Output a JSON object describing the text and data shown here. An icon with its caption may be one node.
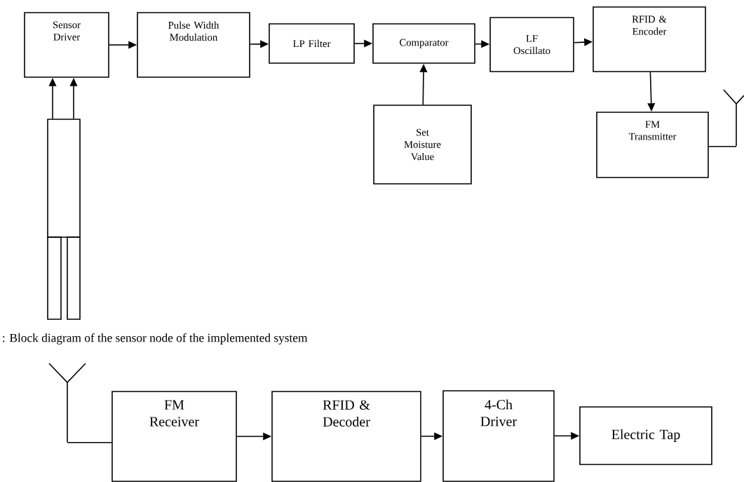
{
  "diagram": {
    "caption": ": Block diagram of the sensor node of the implemented system",
    "nodes": [
      {
        "text": [
          "Sensor Driver"
        ]
      },
      {
        "text": [
          "Pulse Width Modulation"
        ]
      },
      {
        "text": [
          "LP Filter"
        ]
      },
      {
        "text": [
          "Comparator"
        ]
      },
      {
        "text": [
          "LF Oscillato"
        ]
      },
      {
        "text": [
          "RFID & Encoder"
        ]
      },
      {
        "text": [
          "FM Transmitter"
        ]
      },
      {
        "text": [
          "Set Moisture Value"
        ]
      },
      {
        "text": [],
        "shape": "probe"
      },
      {
        "text": [],
        "shape": "antenna"
      },
      {
        "text": [],
        "shape": "antenna"
      },
      {
        "text": [
          "FM Receiver"
        ]
      },
      {
        "text": [
          "RFID & Decoder"
        ]
      },
      {
        "text": [
          "4-Ch Driver"
        ]
      },
      {
        "text": [
          "Electric Tap"
        ]
      }
    ],
    "edges": [
      {
        "from": 0,
        "to": 1,
        "arrow": "to"
      },
      {
        "from": 1,
        "to": 2,
        "arrow": "to"
      },
      {
        "from": 2,
        "to": 3,
        "arrow": "to"
      },
      {
        "from": 3,
        "to": 4,
        "arrow": "to"
      },
      {
        "from": 4,
        "to": 5,
        "arrow": "to"
      },
      {
        "from": 5,
        "to": 6,
        "arrow": "to"
      },
      {
        "from": 7,
        "to": 3,
        "arrow": "to"
      },
      {
        "from": 8,
        "to": 0,
        "arrow": "to"
      },
      {
        "from": 8,
        "to": 0,
        "arrow": "to"
      },
      {
        "from": 6,
        "to": 9,
        "arrow": "none"
      },
      {
        "from": 10,
        "to": 11,
        "arrow": "none"
      },
      {
        "from": 11,
        "to": 12,
        "arrow": "to"
      },
      {
        "from": 12,
        "to": 13,
        "arrow": "to"
      },
      {
        "from": 13,
        "to": 14,
        "arrow": "to"
      }
    ]
  }
}
